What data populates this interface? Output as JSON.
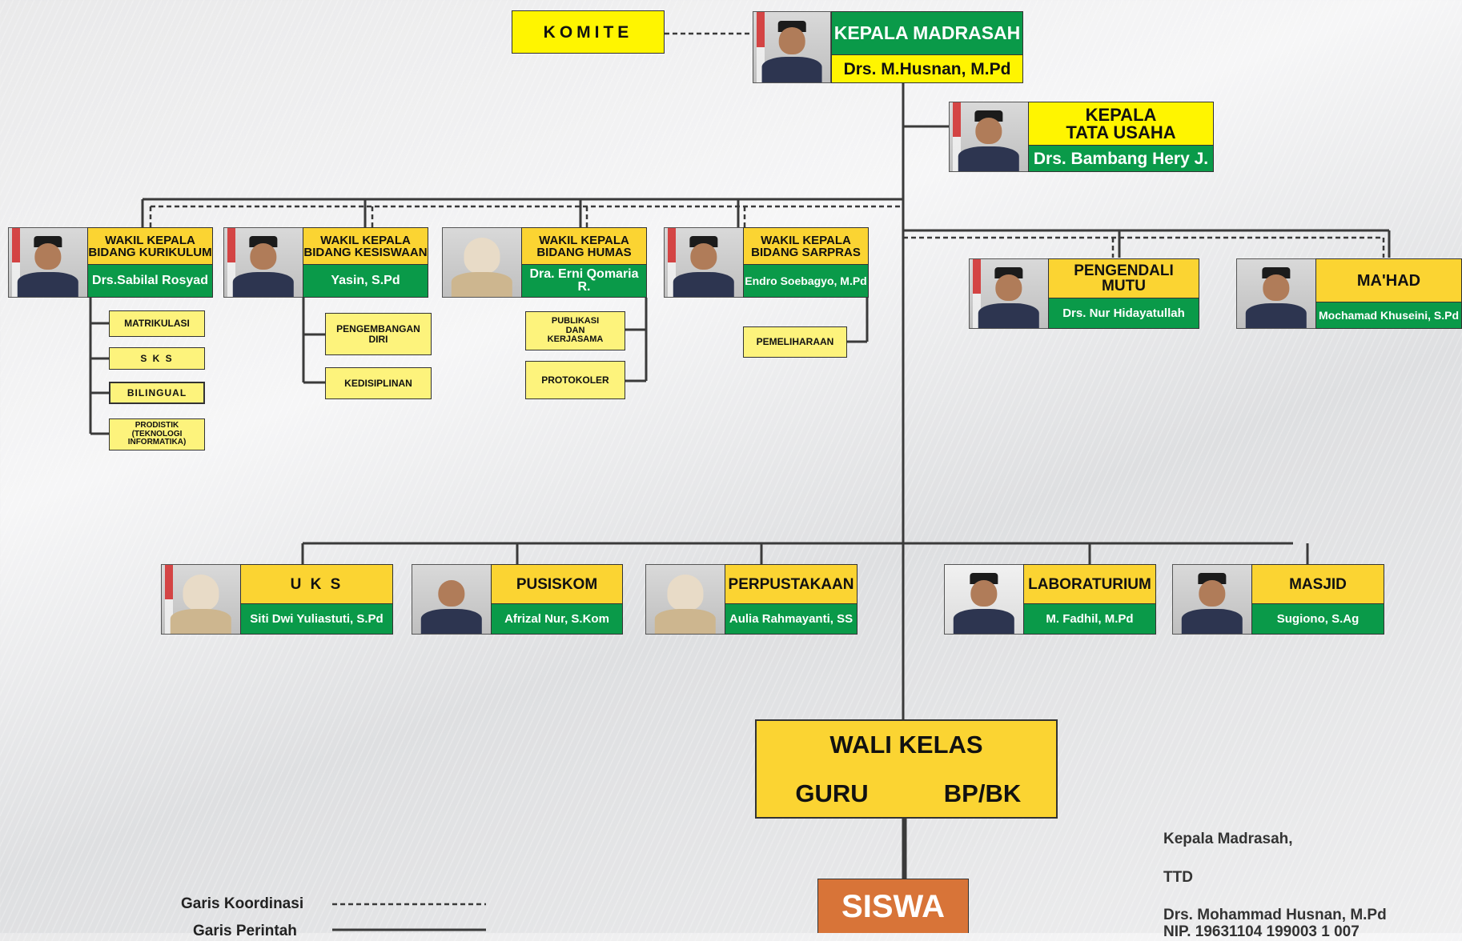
{
  "top": {
    "komite": "KOMITE",
    "kepala_title": "KEPALA MADRASAH",
    "kepala_name": "Drs. M.Husnan, M.Pd",
    "tu_title_1": "KEPALA",
    "tu_title_2": "TATA USAHA",
    "tu_name": "Drs. Bambang Hery J."
  },
  "wakil": [
    {
      "title_1": "WAKIL KEPALA",
      "title_2": "BIDANG KURIKULUM",
      "name": "Drs.Sabilal Rosyad"
    },
    {
      "title_1": "WAKIL KEPALA",
      "title_2": "BIDANG KESISWAAN",
      "name": "Yasin, S.Pd"
    },
    {
      "title_1": "WAKIL KEPALA",
      "title_2": "BIDANG HUMAS",
      "name": "Dra. Erni Qomaria R."
    },
    {
      "title_1": "WAKIL KEPALA",
      "title_2": "BIDANG SARPRAS",
      "name": "Endro Soebagyo, M.Pd"
    }
  ],
  "right_units": [
    {
      "title_1": "PENGENDALI",
      "title_2": "MUTU",
      "name": "Drs. Nur Hidayatullah"
    },
    {
      "title_1": "MA'HAD",
      "title_2": "",
      "name": "Mochamad Khuseini, S.Pd"
    }
  ],
  "sub_kurikulum": [
    "MATRIKULASI",
    "S K S",
    "BILINGUAL",
    "PRODISTIK (TEKNOLOGI INFORMATIKA)"
  ],
  "sub_kesiswaan": [
    "PENGEMBANGAN DIRI",
    "KEDISIPLINAN"
  ],
  "sub_humas": [
    "PUBLIKASI DAN KERJASAMA",
    "PROTOKOLER"
  ],
  "sub_sarpras": [
    "PEMELIHARAAN"
  ],
  "units": [
    {
      "title": "U K S",
      "name": "Siti Dwi Yuliastuti, S.Pd"
    },
    {
      "title": "PUSISKOM",
      "name": "Afrizal Nur, S.Kom"
    },
    {
      "title": "PERPUSTAKAAN",
      "name": "Aulia Rahmayanti, SS"
    },
    {
      "title": "LABORATURIUM",
      "name": "M. Fadhil, M.Pd"
    },
    {
      "title": "MASJID",
      "name": "Sugiono, S.Ag"
    }
  ],
  "bottom": {
    "wali_kelas": "WALI KELAS",
    "guru": "GURU",
    "bpbk": "BP/BK",
    "siswa": "SISWA"
  },
  "legend": {
    "koordinasi": "Garis Koordinasi",
    "perintah": "Garis Perintah"
  },
  "signature": {
    "role": "Kepala Madrasah,",
    "ttd": "TTD",
    "name": "Drs. Mohammad Husnan, M.Pd",
    "nip": "NIP. 19631104 199003 1 007"
  }
}
